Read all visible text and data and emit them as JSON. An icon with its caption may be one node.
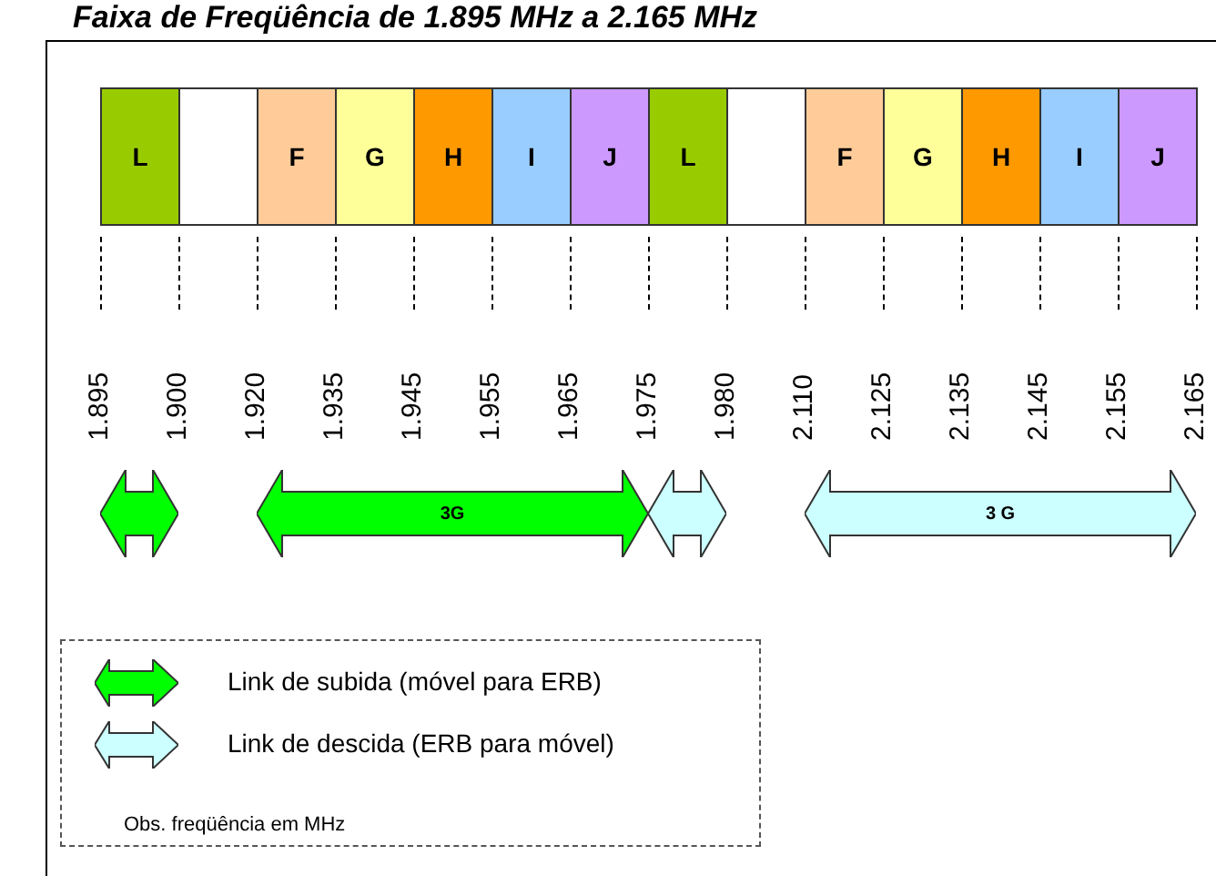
{
  "diagram": {
    "title": "Faixa de Freqüência de 1.895 MHz a 2.165 MHz",
    "nodes": [
      {
        "text": [
          "L"
        ]
      },
      {
        "text": [],
        "shape": "box"
      },
      {
        "text": [
          "F"
        ]
      },
      {
        "text": [
          "G"
        ]
      },
      {
        "text": [
          "H"
        ]
      },
      {
        "text": [
          "I"
        ]
      },
      {
        "text": [
          "J"
        ]
      },
      {
        "text": [
          "L"
        ]
      },
      {
        "text": [],
        "shape": "box"
      },
      {
        "text": [
          "F"
        ]
      },
      {
        "text": [
          "G"
        ]
      },
      {
        "text": [
          "H"
        ]
      },
      {
        "text": [
          "I"
        ]
      },
      {
        "text": [
          "J"
        ]
      },
      {
        "text": [],
        "shape": "arrow"
      },
      {
        "text": [
          "3G"
        ]
      },
      {
        "text": [],
        "shape": "arrow"
      },
      {
        "text": [
          "3 G"
        ]
      }
    ],
    "edges": [],
    "labels": [
      "1.895",
      "1.900",
      "1.920",
      "1.935",
      "1.945",
      "1.955",
      "1.965",
      "1.975",
      "1.980",
      "2.110",
      "2.125",
      "2.135",
      "2.145",
      "2.155",
      "2.165",
      "Obs. freqüência em MHz"
    ],
    "legend": [
      {
        "text": "Link de subida (móvel para ERB)"
      },
      {
        "text": "Link de descida (ERB para móvel)"
      }
    ]
  }
}
